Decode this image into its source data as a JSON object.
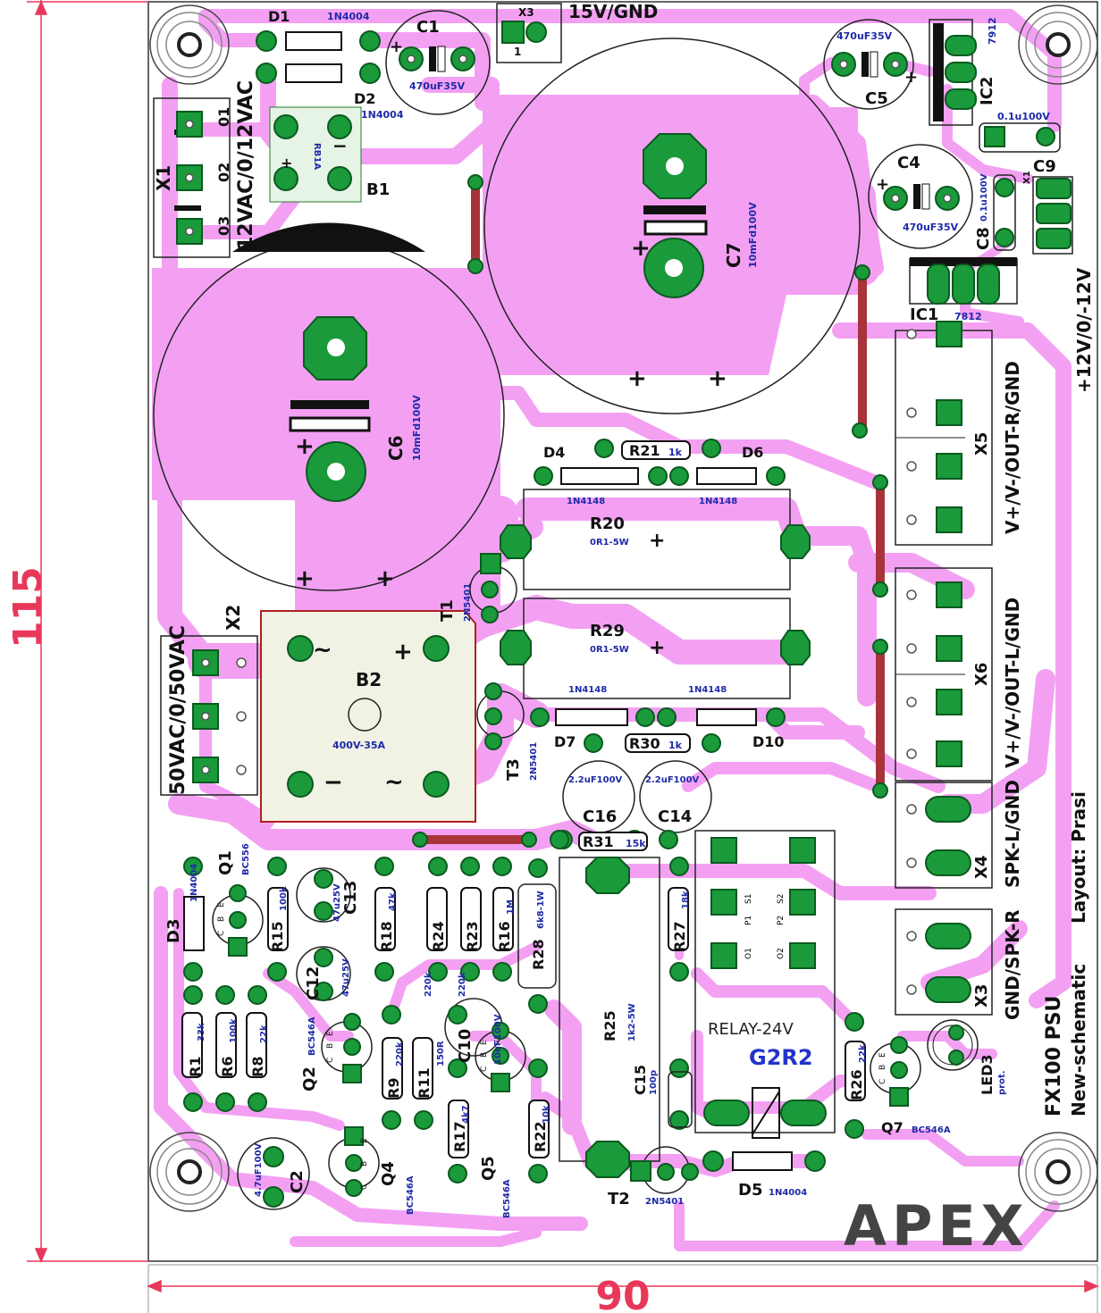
{
  "colors": {
    "board_bg": "#ffffff",
    "copper": "#f3a0f3",
    "pad": "#1a9a3a",
    "jumper": "#a8333b",
    "dimension": "#e8385a",
    "silk": "#111111",
    "value_text": "#1f2aa8",
    "relay_part": "#2233cc"
  },
  "dimensions": {
    "width": "90",
    "height": "115"
  },
  "title": {
    "brand": "APEX",
    "line1": "FX100 PSU",
    "line2": "New-schematic",
    "layout_credit": "Layout: Prasi"
  },
  "connectors": {
    "x3_top": {
      "ref": "X3",
      "label": "15V/GND",
      "pin": "1"
    },
    "x1": {
      "ref": "X1",
      "label": "12VAC/0/12VAC",
      "pins": [
        "01",
        "02",
        "03"
      ]
    },
    "x2": {
      "ref": "X2",
      "label": "50VAC/0/50VAC"
    },
    "x5": {
      "ref": "X5",
      "label": "V+/V-/OUT-R/GND"
    },
    "x6": {
      "ref": "X6",
      "label": "V+/V-/OUT-L/GND"
    },
    "x4": {
      "ref": "X4",
      "label": "SPK-L/GND"
    },
    "x3_spk": {
      "ref": "X3",
      "label": "GND/SPK-R"
    },
    "x_reg": {
      "ref": "X1",
      "label": "+12V/0/-12V"
    }
  },
  "components": [
    {
      "ref": "D1",
      "value": "1N4004"
    },
    {
      "ref": "D2",
      "value": "1N4004"
    },
    {
      "ref": "C1",
      "value": "470uF35V"
    },
    {
      "ref": "B1",
      "value": "RB1A"
    },
    {
      "ref": "C5",
      "value": "470uF35V"
    },
    {
      "ref": "IC2",
      "value": "7912"
    },
    {
      "ref": "C9",
      "value": "0.1u100V"
    },
    {
      "ref": "C4",
      "value": "470uF35V"
    },
    {
      "ref": "C8",
      "value": "0.1u100V"
    },
    {
      "ref": "IC1",
      "value": "7812"
    },
    {
      "ref": "C7",
      "value": "10mFd100V"
    },
    {
      "ref": "C6",
      "value": "10mFd100V"
    },
    {
      "ref": "D4",
      "value": "1N4148"
    },
    {
      "ref": "R21",
      "value": "1k"
    },
    {
      "ref": "D6",
      "value": "1N4148"
    },
    {
      "ref": "R20",
      "value": "0R1-5W"
    },
    {
      "ref": "R29",
      "value": "0R1-5W"
    },
    {
      "ref": "T1",
      "value": "2N5401"
    },
    {
      "ref": "B2",
      "value": "400V-35A"
    },
    {
      "ref": "D7",
      "value": "1N4148"
    },
    {
      "ref": "R30",
      "value": "1k"
    },
    {
      "ref": "D10",
      "value": "1N4148"
    },
    {
      "ref": "T3",
      "value": "2N5401"
    },
    {
      "ref": "C16",
      "value": "2.2uF100V"
    },
    {
      "ref": "C14",
      "value": "2.2uF100V"
    },
    {
      "ref": "R31",
      "value": "15k"
    },
    {
      "ref": "D3",
      "value": "1N4004"
    },
    {
      "ref": "Q1",
      "value": "BC556"
    },
    {
      "ref": "R15",
      "value": "100k"
    },
    {
      "ref": "C13",
      "value": "47u25V"
    },
    {
      "ref": "C12",
      "value": "47u25V"
    },
    {
      "ref": "R18",
      "value": "47k"
    },
    {
      "ref": "R24",
      "value": "220k"
    },
    {
      "ref": "R23",
      "value": "220k"
    },
    {
      "ref": "R16",
      "value": "1M"
    },
    {
      "ref": "R28",
      "value": "6k8-1W"
    },
    {
      "ref": "R27",
      "value": "18k"
    },
    {
      "ref": "R25",
      "value": "1k2-5W"
    },
    {
      "ref": "C10",
      "value": "10uF100V"
    },
    {
      "ref": "R1",
      "value": "33k"
    },
    {
      "ref": "R6",
      "value": "100k"
    },
    {
      "ref": "R8",
      "value": "22k"
    },
    {
      "ref": "Q2",
      "value": "BC546A"
    },
    {
      "ref": "R9",
      "value": "220k"
    },
    {
      "ref": "R11",
      "value": "150R"
    },
    {
      "ref": "C2",
      "value": "4.7uF100V"
    },
    {
      "ref": "Q4",
      "value": "BC546A"
    },
    {
      "ref": "R17",
      "value": "4k7"
    },
    {
      "ref": "Q5",
      "value": "BC546A"
    },
    {
      "ref": "R22",
      "value": "10k"
    },
    {
      "ref": "C15",
      "value": "100p"
    },
    {
      "ref": "T2",
      "value": "2N5401"
    },
    {
      "ref": "D5",
      "value": "1N4004"
    },
    {
      "ref": "R26",
      "value": "22k"
    },
    {
      "ref": "Q7",
      "value": "BC546A"
    },
    {
      "ref": "LED3",
      "value": "prot."
    }
  ],
  "relay": {
    "label": "RELAY-24V",
    "part": "G2R2",
    "pins": [
      "O1",
      "P1",
      "S1",
      "O2",
      "P2",
      "S2"
    ]
  },
  "markings": {
    "plus": "+",
    "minus": "−",
    "ac": "~",
    "transistor_pins": [
      "C",
      "B",
      "E"
    ]
  }
}
